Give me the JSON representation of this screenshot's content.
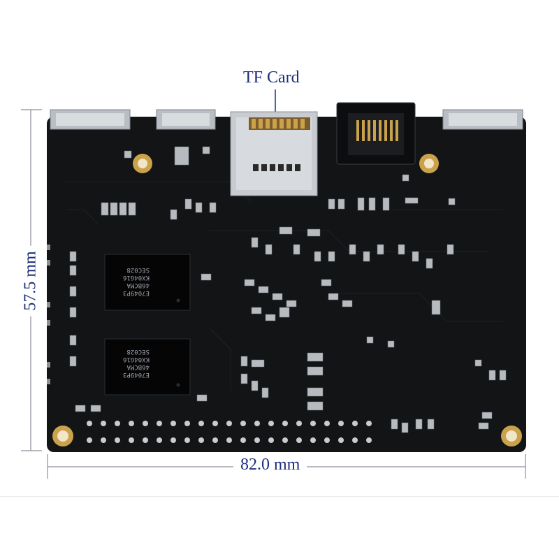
{
  "labels": {
    "tf_card": "TF Card",
    "width": "82.0 mm",
    "height": "57.5 mm"
  },
  "chips": [
    {
      "lines": [
        "E7049P3",
        "46BCMA",
        "KX04G16",
        "SEC028"
      ]
    },
    {
      "lines": [
        "E7049P3",
        "46BCMA",
        "KX04G16",
        "SEC028"
      ]
    }
  ],
  "colors": {
    "board": "#121416",
    "annotation": "#1c2f7a",
    "gold": "#c9a24b",
    "silver": "#c8ccd0"
  }
}
